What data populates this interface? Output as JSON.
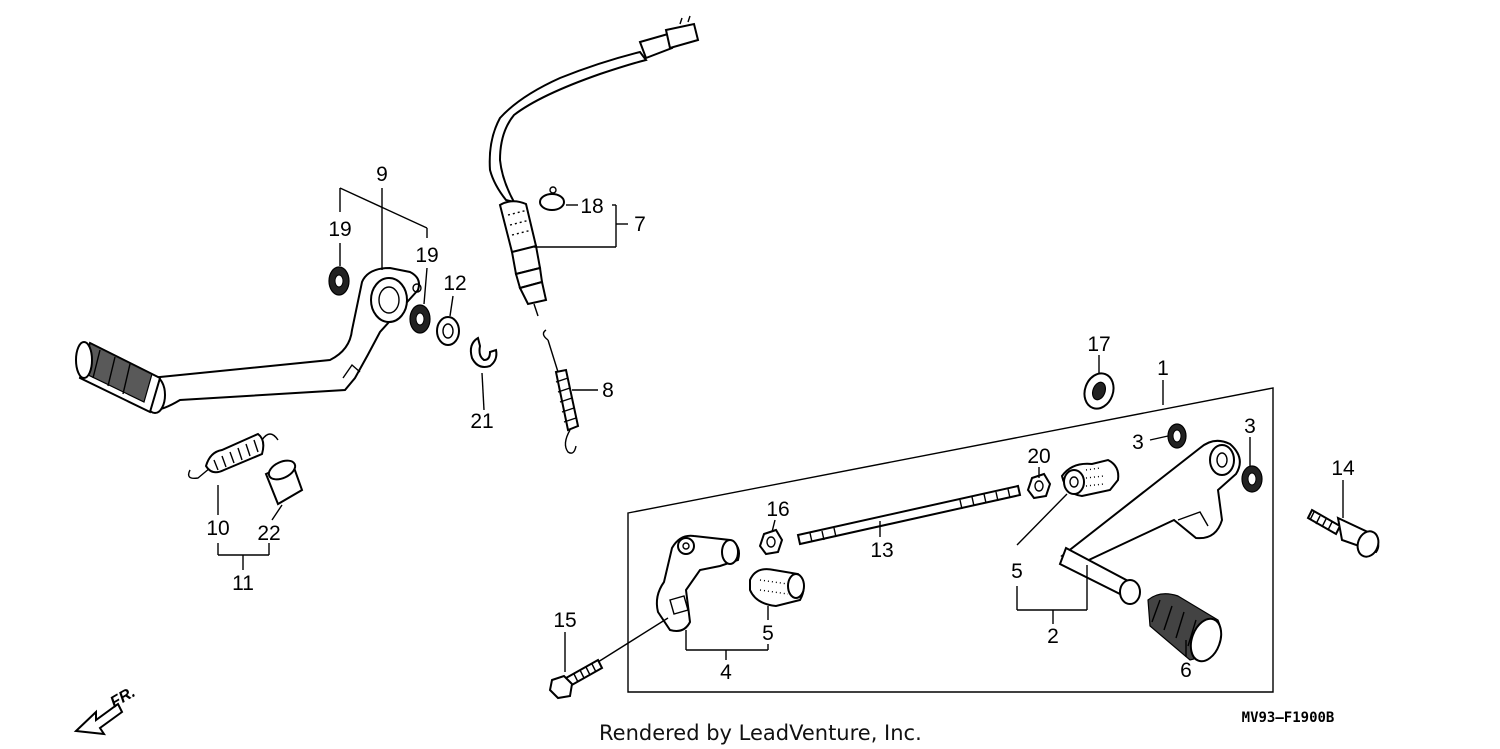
{
  "labels": {
    "c1": "1",
    "c2": "2",
    "c3a": "3",
    "c3b": "3",
    "c4": "4",
    "c5a": "5",
    "c5b": "5",
    "c6": "6",
    "c7": "7",
    "c8": "8",
    "c9": "9",
    "c10": "10",
    "c11": "11",
    "c12": "12",
    "c13": "13",
    "c14": "14",
    "c15": "15",
    "c16": "16",
    "c17": "17",
    "c18": "18",
    "c19a": "19",
    "c19b": "19",
    "c20": "20",
    "c21": "21",
    "c22": "22"
  },
  "direction_label": "FR.",
  "caption": "Rendered by LeadVenture, Inc.",
  "diagram_code": "MV93–F1900B"
}
